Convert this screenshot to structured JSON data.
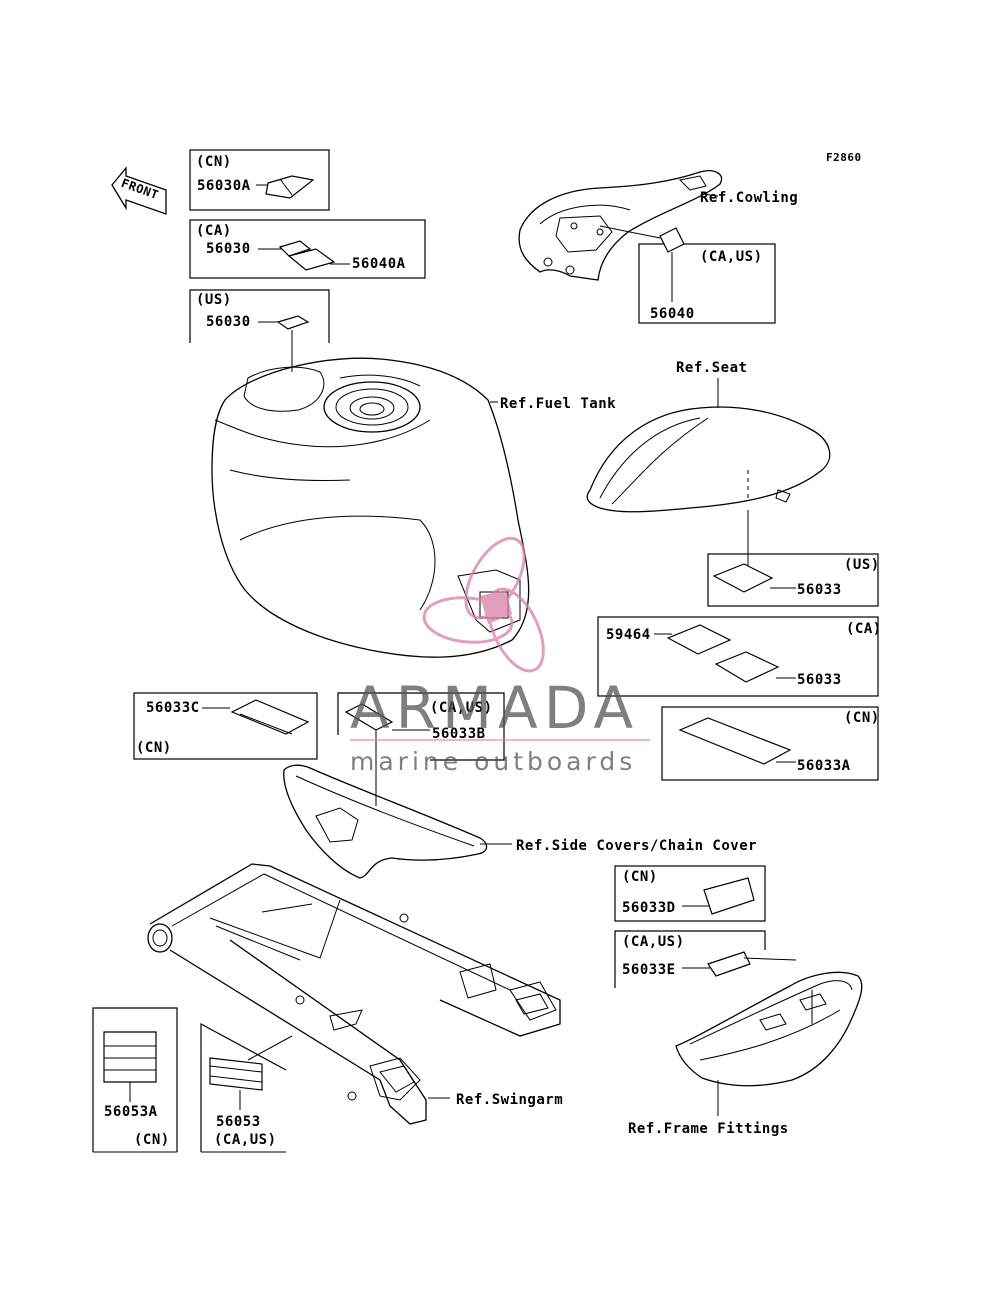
{
  "figure_code": "F2860",
  "front_arrow_label": "FRONT",
  "watermark": {
    "brand": "ARMADA",
    "tagline": "marine outboards",
    "logo_color": "#d980a8"
  },
  "refs": {
    "cowling": "Ref.Cowling",
    "fuel_tank": "Ref.Fuel Tank",
    "seat": "Ref.Seat",
    "side_covers": "Ref.Side Covers/Chain Cover",
    "swingarm": "Ref.Swingarm",
    "frame_fittings": "Ref.Frame Fittings"
  },
  "callouts": {
    "cn_tank": {
      "region": "(CN)",
      "part": "56030A"
    },
    "ca_tank": {
      "region": "(CA)",
      "part_a": "56030",
      "part_b": "56040A"
    },
    "us_tank": {
      "region": "(US)",
      "part": "56030"
    },
    "cowling": {
      "region": "(CA,US)",
      "part": "56040"
    },
    "us_seat": {
      "region": "(US)",
      "part": "56033"
    },
    "ca_seat": {
      "region": "(CA)",
      "part_a": "59464",
      "part_b": "56033"
    },
    "cn_seat": {
      "region": "(CN)",
      "part": "56033A"
    },
    "cn_side": {
      "region": "(CN)",
      "part": "56033C"
    },
    "caus_side": {
      "region": "(CA,US)",
      "part": "56033B"
    },
    "cn_frame": {
      "region": "(CN)",
      "part": "56033D"
    },
    "caus_frame": {
      "region": "(CA,US)",
      "part": "56033E"
    },
    "cn_swing": {
      "region": "(CN)",
      "part": "56053A"
    },
    "caus_swing": {
      "region": "(CA,US)",
      "part": "56053"
    }
  }
}
